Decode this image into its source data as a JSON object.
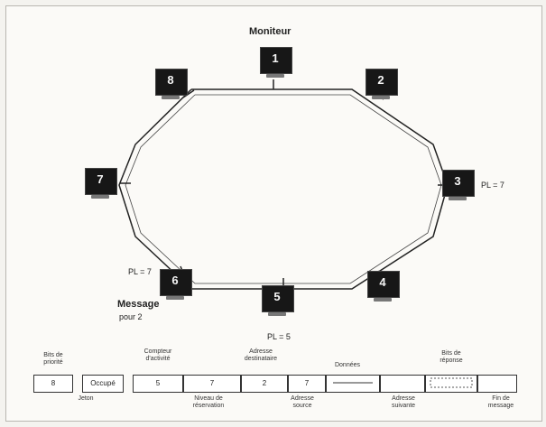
{
  "title": "Moniteur",
  "stations": [
    {
      "id": "1",
      "name": "station-1"
    },
    {
      "id": "2",
      "name": "station-2"
    },
    {
      "id": "3",
      "name": "station-3"
    },
    {
      "id": "4",
      "name": "station-4"
    },
    {
      "id": "5",
      "name": "station-5"
    },
    {
      "id": "6",
      "name": "station-6"
    },
    {
      "id": "7",
      "name": "station-7"
    },
    {
      "id": "8",
      "name": "station-8"
    }
  ],
  "annotations": {
    "station3_pl": "PL = 7",
    "station6_pl": "PL = 7",
    "station5_pl": "PL = 5",
    "message_line1": "Message",
    "message_line2": "pour 2"
  },
  "frame_fields": [
    {
      "key": "f1",
      "text": "8"
    },
    {
      "key": "f2",
      "text": "Occupé"
    },
    {
      "key": "f3",
      "text": "5"
    },
    {
      "key": "f4",
      "text": "7"
    },
    {
      "key": "f5",
      "text": "2"
    },
    {
      "key": "f6",
      "text": "7"
    },
    {
      "key": "f7",
      "text": ""
    },
    {
      "key": "f8",
      "text": ""
    },
    {
      "key": "f9",
      "text": ""
    },
    {
      "key": "f10",
      "text": ""
    }
  ],
  "captions_top": [
    {
      "key": "c1_l1",
      "text": "Bits de"
    },
    {
      "key": "c1_l2",
      "text": "priorité"
    },
    {
      "key": "c2_l1",
      "text": "Compteur"
    },
    {
      "key": "c2_l2",
      "text": "d'activité"
    },
    {
      "key": "c3_l1",
      "text": "Adresse"
    },
    {
      "key": "c3_l2",
      "text": "destinataire"
    },
    {
      "key": "c4_l1",
      "text": "Données"
    },
    {
      "key": "c5_l1",
      "text": "Bits de"
    },
    {
      "key": "c5_l2",
      "text": "réponse"
    }
  ],
  "captions_bottom": [
    {
      "key": "b1_l1",
      "text": "Jeton"
    },
    {
      "key": "b2_l1",
      "text": "Niveau de"
    },
    {
      "key": "b2_l2",
      "text": "réservation"
    },
    {
      "key": "b3_l1",
      "text": "Adresse"
    },
    {
      "key": "b3_l2",
      "text": "source"
    },
    {
      "key": "b4_l1",
      "text": "Adresse"
    },
    {
      "key": "b4_l2",
      "text": "suivante"
    },
    {
      "key": "b5_l1",
      "text": "Fin de"
    },
    {
      "key": "b5_l2",
      "text": "message"
    }
  ]
}
